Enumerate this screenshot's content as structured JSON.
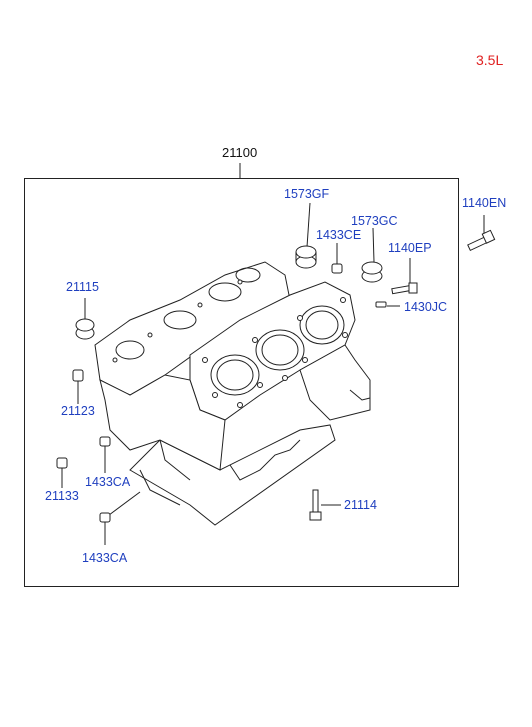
{
  "engine_label": "3.5L",
  "assembly_number": "21100",
  "parts": {
    "p1140en": "1140EN",
    "p1573gf": "1573GF",
    "p1573gc": "1573GC",
    "p1433ce": "1433CE",
    "p1140ep": "1140EP",
    "p1430jc": "1430JC",
    "p21115": "21115",
    "p21123": "21123",
    "p21133": "21133",
    "p1433ca_upper": "1433CA",
    "p1433ca_lower": "1433CA",
    "p21114": "21114"
  },
  "colors": {
    "part_link": "#1f3fbf",
    "engine_label": "#e02020",
    "line": "#222222"
  }
}
